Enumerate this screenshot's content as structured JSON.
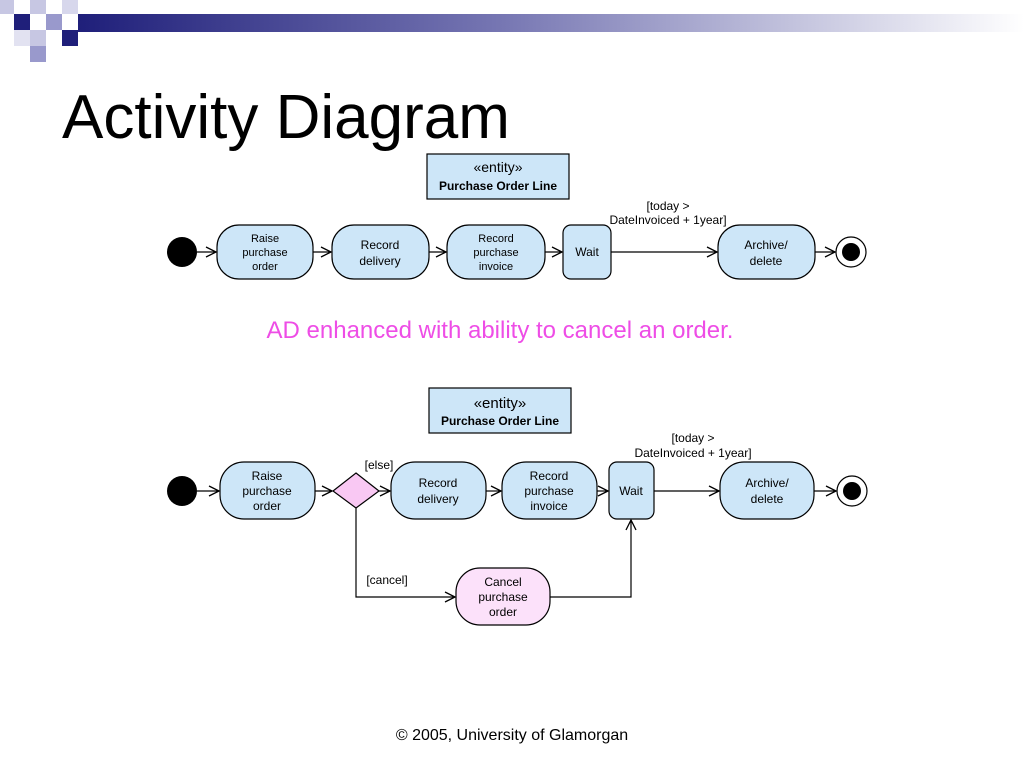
{
  "slide": {
    "title": "Activity Diagram",
    "subtitle": "AD enhanced with ability to cancel an order.",
    "footer": "© 2005, University of Glamorgan"
  },
  "colors": {
    "activity_fill": "#cde6f8",
    "cancel_fill": "#fce1fa",
    "decision_fill": "#f9c8f3",
    "subtitle_color": "#ee4de6",
    "header_dark": "#1f1f7a",
    "header_light": "#9999cc"
  },
  "diagram1": {
    "entity": {
      "stereotype": "«entity»",
      "name": "Purchase Order Line"
    },
    "guard": [
      "[today >",
      "DateInvoiced + 1year]"
    ],
    "nodes": {
      "raise": [
        "Raise",
        "purchase",
        "order"
      ],
      "record_delivery": [
        "Record",
        "delivery"
      ],
      "record_invoice": [
        "Record",
        "purchase",
        "invoice"
      ],
      "wait": [
        "Wait"
      ],
      "archive": [
        "Archive/",
        "delete"
      ]
    }
  },
  "diagram2": {
    "entity": {
      "stereotype": "«entity»",
      "name": "Purchase Order Line"
    },
    "guard": [
      "[today >",
      "DateInvoiced + 1year]"
    ],
    "else_label": "[else]",
    "cancel_label": "[cancel]",
    "nodes": {
      "raise": [
        "Raise",
        "purchase",
        "order"
      ],
      "record_delivery": [
        "Record",
        "delivery"
      ],
      "record_invoice": [
        "Record",
        "purchase",
        "invoice"
      ],
      "wait": [
        "Wait"
      ],
      "archive": [
        "Archive/",
        "delete"
      ],
      "cancel": [
        "Cancel",
        "purchase",
        "order"
      ]
    }
  }
}
